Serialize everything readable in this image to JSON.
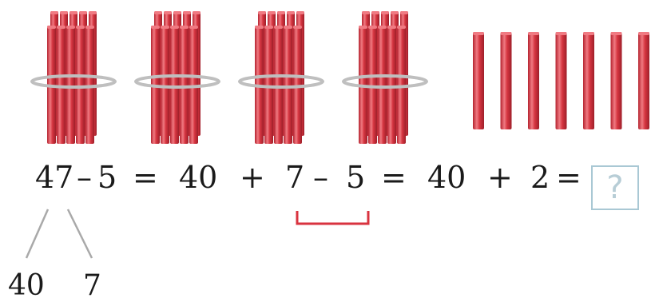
{
  "bundles": {
    "count": 4,
    "sticks_per_bundle": 10
  },
  "loose_sticks": {
    "count": 7
  },
  "equation": {
    "tokens": [
      "47",
      "–",
      "5",
      "=",
      "40",
      "+",
      "7",
      "–",
      "5",
      "=",
      "40",
      "+",
      "2",
      "="
    ],
    "unknown": "?"
  },
  "decomposition": {
    "tens": "40",
    "ones": "7"
  },
  "colors": {
    "stick": "#d63540",
    "stick_dark": "#9e1f2a",
    "stick_light": "#f07a82",
    "band": "#bfbfbf",
    "bracket": "#d9333f",
    "branch_lines": "#a9a9a9",
    "answer_box": "#a9c8d4"
  }
}
